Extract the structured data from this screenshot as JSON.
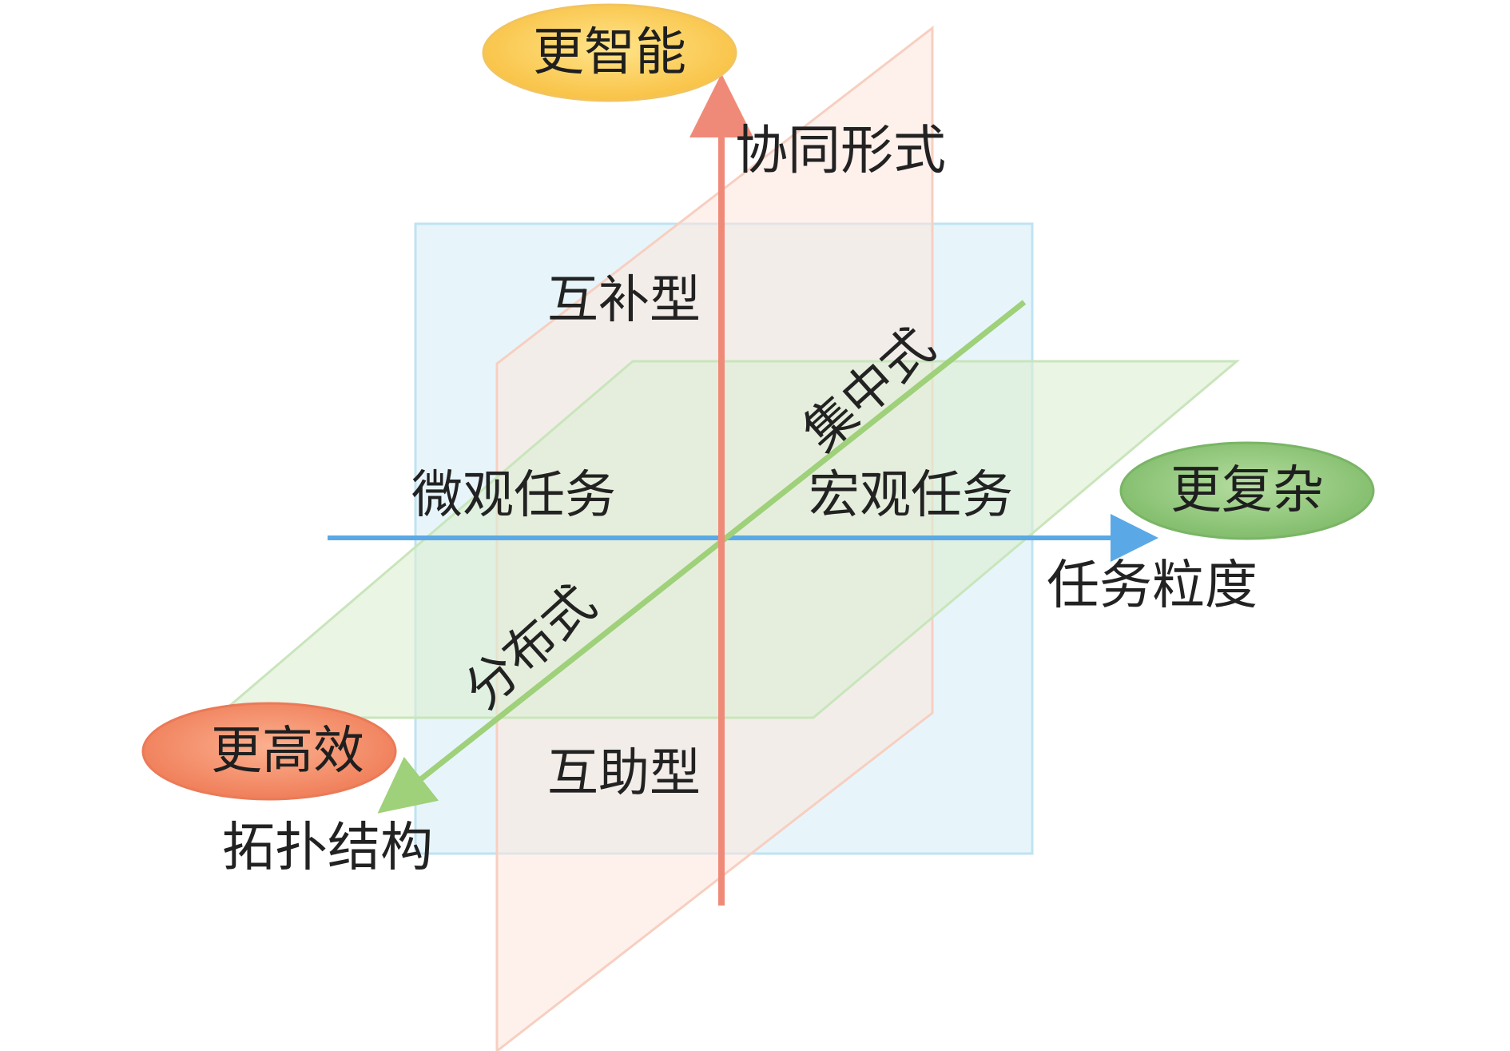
{
  "badges": {
    "top": "更智能",
    "right": "更复杂",
    "left": "更高效"
  },
  "axes": {
    "vertical": "协同形式",
    "horizontal": "任务粒度",
    "diagonal": "拓扑结构"
  },
  "regions": {
    "top": "互补型",
    "bottom": "互助型",
    "left": "微观任务",
    "right": "宏观任务",
    "diag_upper": "集中式",
    "diag_lower": "分布式"
  },
  "colors": {
    "vertical_axis": "#f08a78",
    "horizontal_axis": "#5aa9e6",
    "diagonal_axis": "#9fd07a",
    "badge_top": "#fbc95a",
    "badge_right": "#8cc47a",
    "badge_left": "#f28a68",
    "plane_blue": "#dff2fa",
    "plane_green": "#e2f2da",
    "plane_orange": "#fde6dc"
  }
}
